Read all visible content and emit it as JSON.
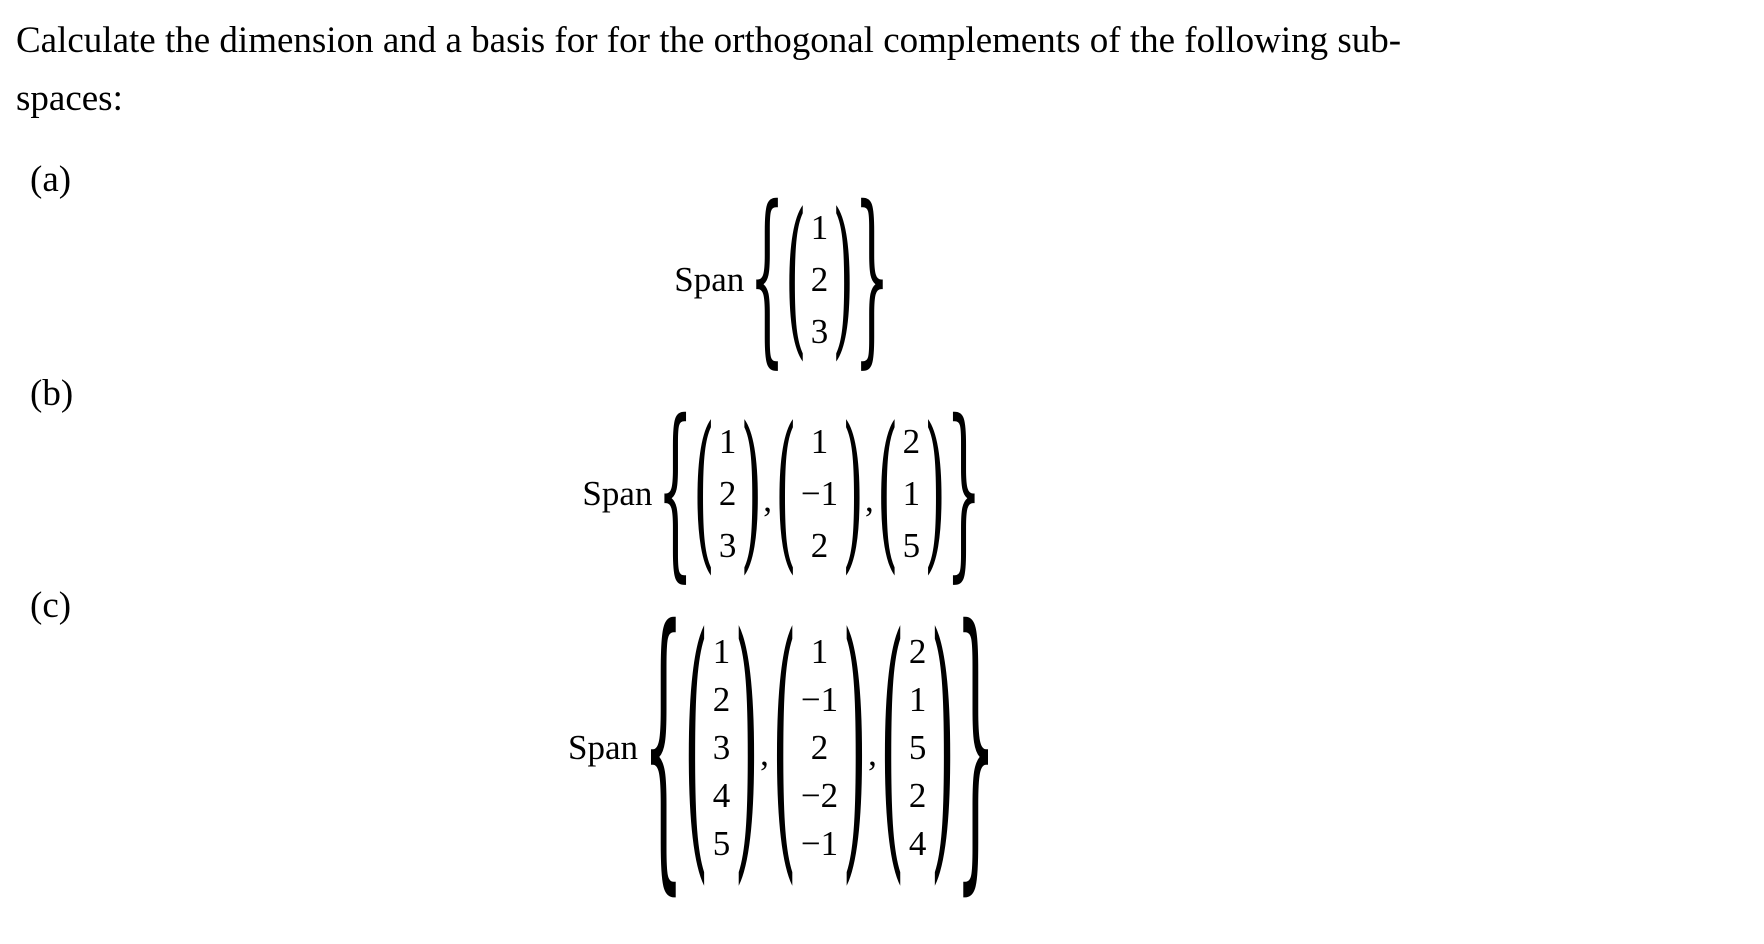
{
  "colors": {
    "text": "#000000",
    "background": "#ffffff"
  },
  "delims": {
    "lbrace": "{",
    "rbrace": "}",
    "lparen": "(",
    "rparen": ")",
    "comma": ","
  },
  "problem": {
    "statement": {
      "line1": "Calculate the dimension and a basis for for the orthogonal complements of the following sub-",
      "line2": "spaces:"
    },
    "parts": [
      {
        "label": "(a)",
        "op": "Span",
        "vectors": [
          [
            "1",
            "2",
            "3"
          ]
        ]
      },
      {
        "label": "(b)",
        "op": "Span",
        "vectors": [
          [
            "1",
            "2",
            "3"
          ],
          [
            "1",
            "−1",
            "2"
          ],
          [
            "2",
            "1",
            "5"
          ]
        ]
      },
      {
        "label": "(c)",
        "op": "Span",
        "vectors": [
          [
            "1",
            "2",
            "3",
            "4",
            "5"
          ],
          [
            "1",
            "−1",
            "2",
            "−2",
            "−1"
          ],
          [
            "2",
            "1",
            "5",
            "2",
            "4"
          ]
        ]
      }
    ]
  }
}
